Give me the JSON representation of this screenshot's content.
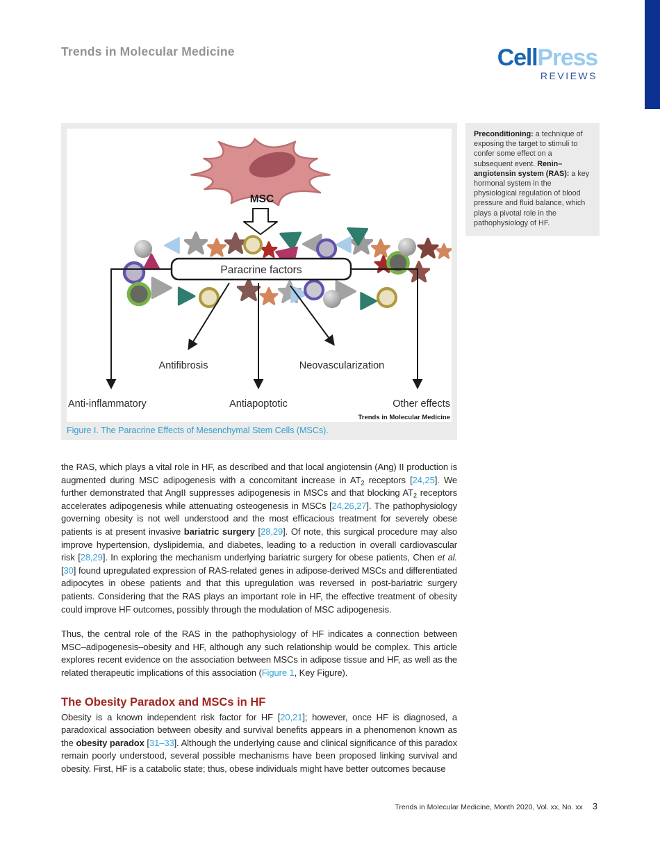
{
  "header": {
    "journal": "Trends in Molecular Medicine",
    "logo": {
      "cell": "Cell",
      "press": "Press",
      "reviews": "REVIEWS"
    }
  },
  "figure": {
    "msc_label": "MSC",
    "box_label": "Paracrine factors",
    "labels": {
      "antifibrosis": "Antifibrosis",
      "neovascularization": "Neovascularization",
      "anti_inflammatory": "Anti-inflammatory",
      "antiapoptotic": "Antiapoptotic",
      "other_effects": "Other effects"
    },
    "watermark": "Trends in Molecular Medicine",
    "caption": "Figure I. The Paracrine Effects of Mesenchymal Stem Cells (MSCs)."
  },
  "glossary": {
    "entries": [
      {
        "term": "Preconditioning:",
        "definition": " a technique of exposing the target to stimuli to confer some effect on a subsequent event."
      },
      {
        "term": "Renin–angiotensin system (RAS):",
        "definition": " a key hormonal system in the physiological regulation of blood pressure and fluid balance, which plays a pivotal role in the pathophysiology of HF."
      }
    ]
  },
  "body": {
    "paragraph1": [
      {
        "t": "the RAS, which plays a vital role in HF, as described and that local angiotensin (Ang) II production is augmented during MSC adipogenesis with a concomitant increase in AT"
      },
      {
        "t": "2",
        "s": "sub"
      },
      {
        "t": " receptors ["
      },
      {
        "t": "24,25",
        "s": "link"
      },
      {
        "t": "]. We further demonstrated that AngII suppresses adipogenesis in MSCs and that blocking AT"
      },
      {
        "t": "2",
        "s": "sub"
      },
      {
        "t": " receptors accelerates adipogenesis while attenuating osteogenesis in MSCs ["
      },
      {
        "t": "24,26,27",
        "s": "link"
      },
      {
        "t": "]. The pathophysiology governing obesity is not well understood and the most efficacious treatment for severely obese patients is at present invasive "
      },
      {
        "t": "bariatric surgery",
        "s": "bold"
      },
      {
        "t": " ["
      },
      {
        "t": "28,29",
        "s": "link"
      },
      {
        "t": "]. Of note, this surgical procedure may also improve hypertension, dyslipidemia, and diabetes, leading to a reduction in overall cardiovascular risk ["
      },
      {
        "t": "28,29",
        "s": "link"
      },
      {
        "t": "]. In exploring the mechanism underlying bariatric surgery for obese patients, Chen "
      },
      {
        "t": "et al.",
        "s": "italic"
      },
      {
        "t": " ["
      },
      {
        "t": "30",
        "s": "link"
      },
      {
        "t": "] found upregulated expression of RAS-related genes in adipose-derived MSCs and differentiated adipocytes in obese patients and that this upregulation was reversed in post-bariatric surgery patients. Considering that the RAS plays an important role in HF, the effective treatment of obesity could improve HF outcomes, possibly through the modulation of MSC adipogenesis."
      }
    ],
    "paragraph2": [
      {
        "t": "Thus, the central role of the RAS in the pathophysiology of HF indicates a connection between MSC–adipogenesis–obesity and HF, although any such relationship would be complex. This article explores recent evidence on the association between MSCs in adipose tissue and HF, as well as the related therapeutic implications of this association ("
      },
      {
        "t": "Figure 1",
        "s": "link"
      },
      {
        "t": ", Key Figure)."
      }
    ],
    "heading": "The Obesity Paradox and MSCs in HF",
    "paragraph3": [
      {
        "t": "Obesity is a known independent risk factor for HF ["
      },
      {
        "t": "20,21",
        "s": "link"
      },
      {
        "t": "]; however, once HF is diagnosed, a paradoxical association between obesity and survival benefits appears in a phenomenon known as the "
      },
      {
        "t": "obesity paradox",
        "s": "bold"
      },
      {
        "t": " ["
      },
      {
        "t": "31–33",
        "s": "link"
      },
      {
        "t": "]. Although the underlying cause and clinical significance of this paradox remain poorly understood, several possible mechanisms have been proposed linking survival and obesity. First, HF is a catabolic state; thus, obese individuals might have better outcomes because"
      }
    ]
  },
  "footer": {
    "text": "Trends in Molecular Medicine, Month 2020, Vol. xx, No. xx",
    "page": "3"
  },
  "colors": {
    "accent_bar": "#0d3191",
    "logo_cell": "#1a64b2",
    "logo_press": "#99cbee",
    "logo_reviews": "#33539c",
    "heading_red": "#a2241e",
    "link_blue": "#35a3d9",
    "caption_blue": "#2e9fd0",
    "glossary_bg": "#ebebeb",
    "figure_frame": "#ebebeb"
  }
}
